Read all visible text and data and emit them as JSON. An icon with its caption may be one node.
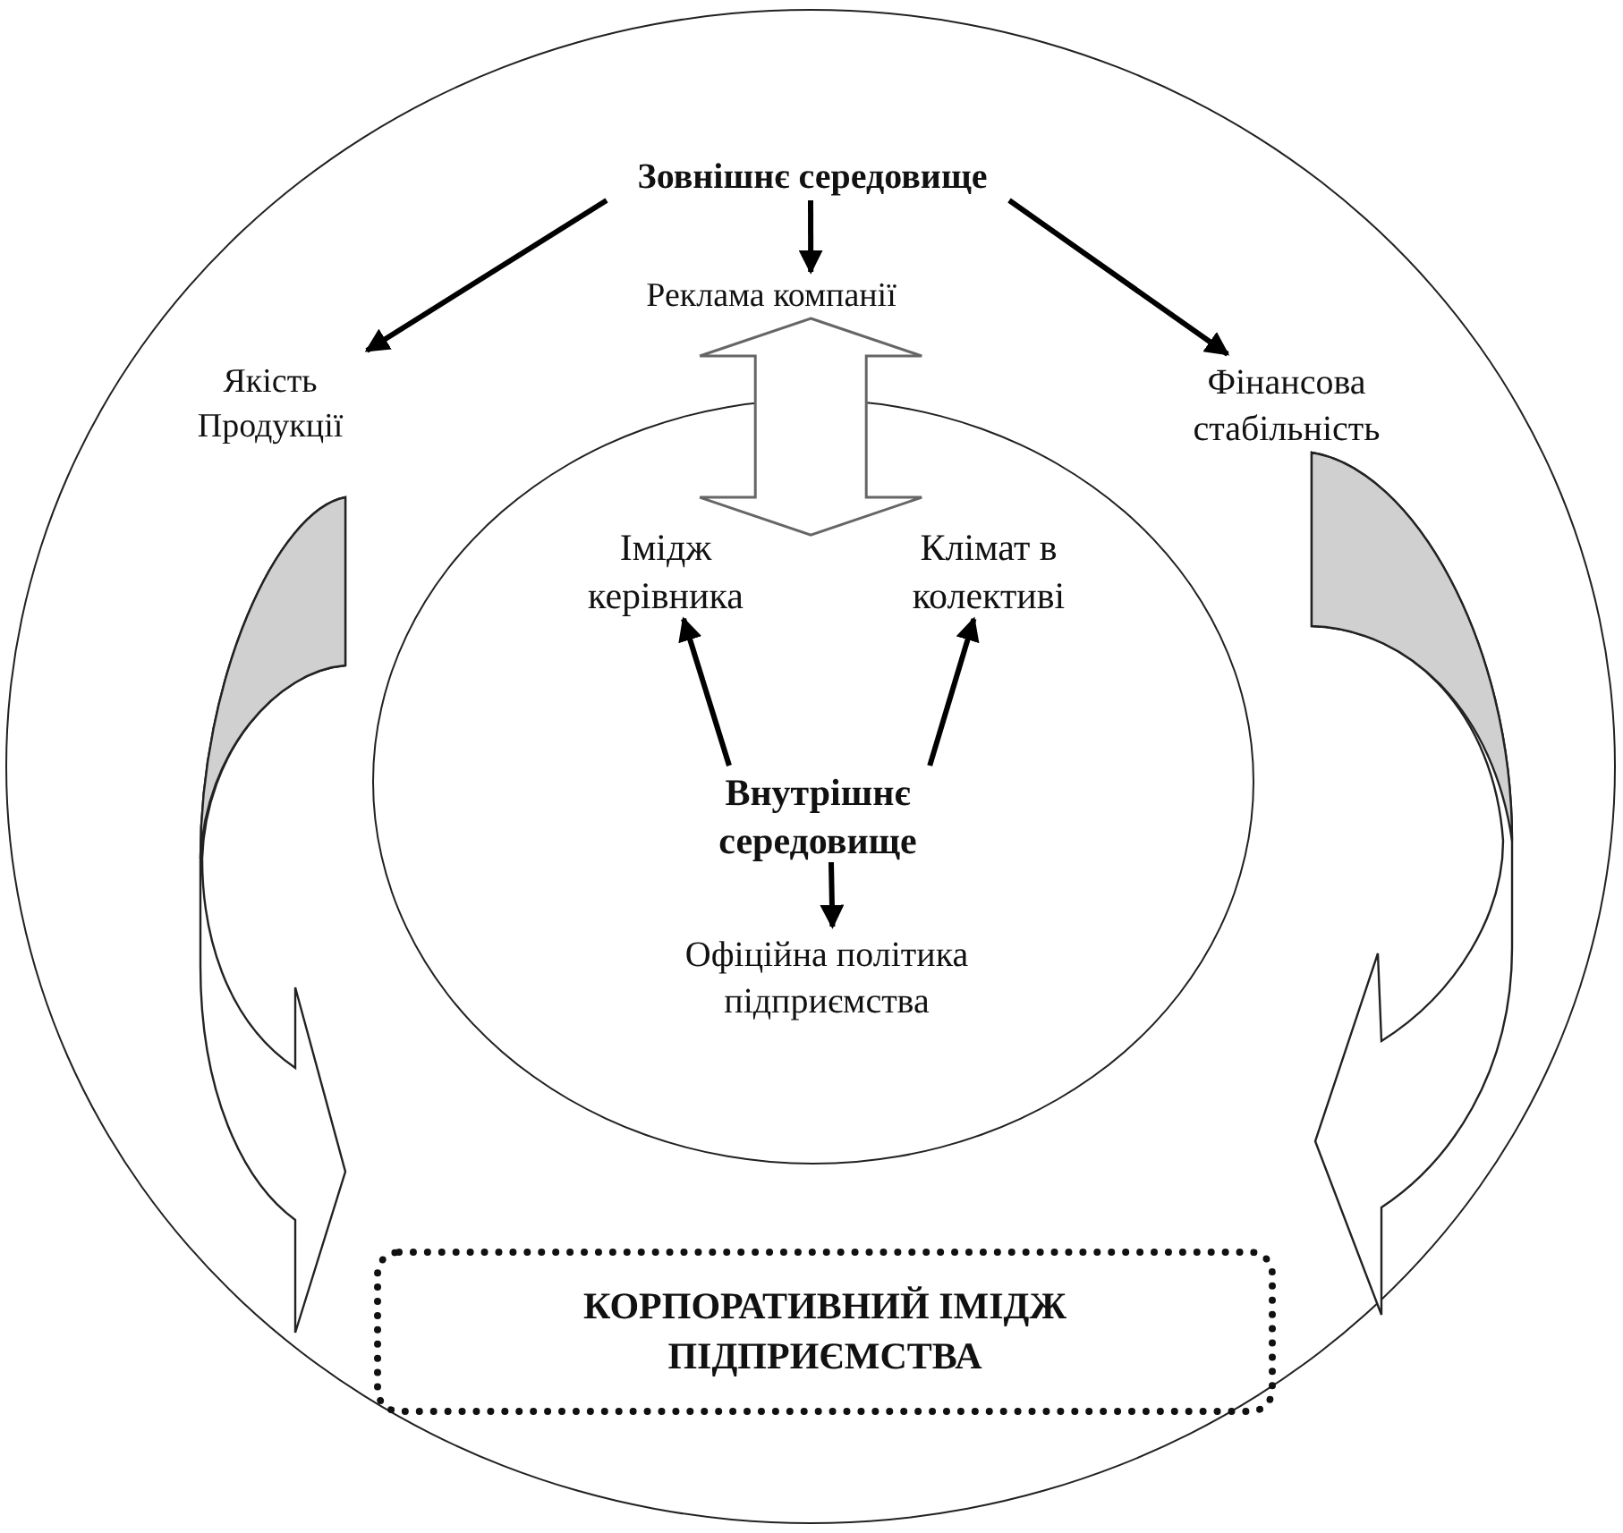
{
  "diagram": {
    "nodes": [
      {
        "text": [],
        "shape": "circle"
      },
      {
        "text": [
          "Зовнішнє середовище"
        ],
        "in": 0
      },
      {
        "text": [
          "Реклама компанії"
        ],
        "in": 0
      },
      {
        "text": [
          "Якість Продукції"
        ],
        "in": 0
      },
      {
        "text": [
          "Фінансова стабільність"
        ],
        "in": 0
      },
      {
        "text": [],
        "shape": "circle",
        "in": 0
      },
      {
        "text": [
          "Імідж керівника"
        ],
        "in": 5
      },
      {
        "text": [
          "Клімат в колективі"
        ],
        "in": 5
      },
      {
        "text": [
          "Внутрішнє середовище"
        ],
        "in": 5
      },
      {
        "text": [
          "Офіційна політика підприємства"
        ],
        "in": 5
      },
      {
        "text": [
          "КОРПОРАТИВНИЙ ІМІДЖ ПІДПРИЄМСТВА"
        ],
        "in": 0
      }
    ],
    "edges": [
      {
        "from": 1,
        "to": 3,
        "arrow": "to"
      },
      {
        "from": 1,
        "to": 2,
        "arrow": "to"
      },
      {
        "from": 1,
        "to": 4,
        "arrow": "to"
      },
      {
        "from": 2,
        "to": 5,
        "arrow": "both",
        "style": "thick"
      },
      {
        "from": 8,
        "to": 6,
        "arrow": "to"
      },
      {
        "from": 8,
        "to": 7,
        "arrow": "to"
      },
      {
        "from": 8,
        "to": 9,
        "arrow": "to"
      },
      {
        "from": 3,
        "to": 10,
        "arrow": "to",
        "style": "thick"
      },
      {
        "from": 4,
        "to": 10,
        "arrow": "to",
        "style": "thick"
      }
    ]
  }
}
